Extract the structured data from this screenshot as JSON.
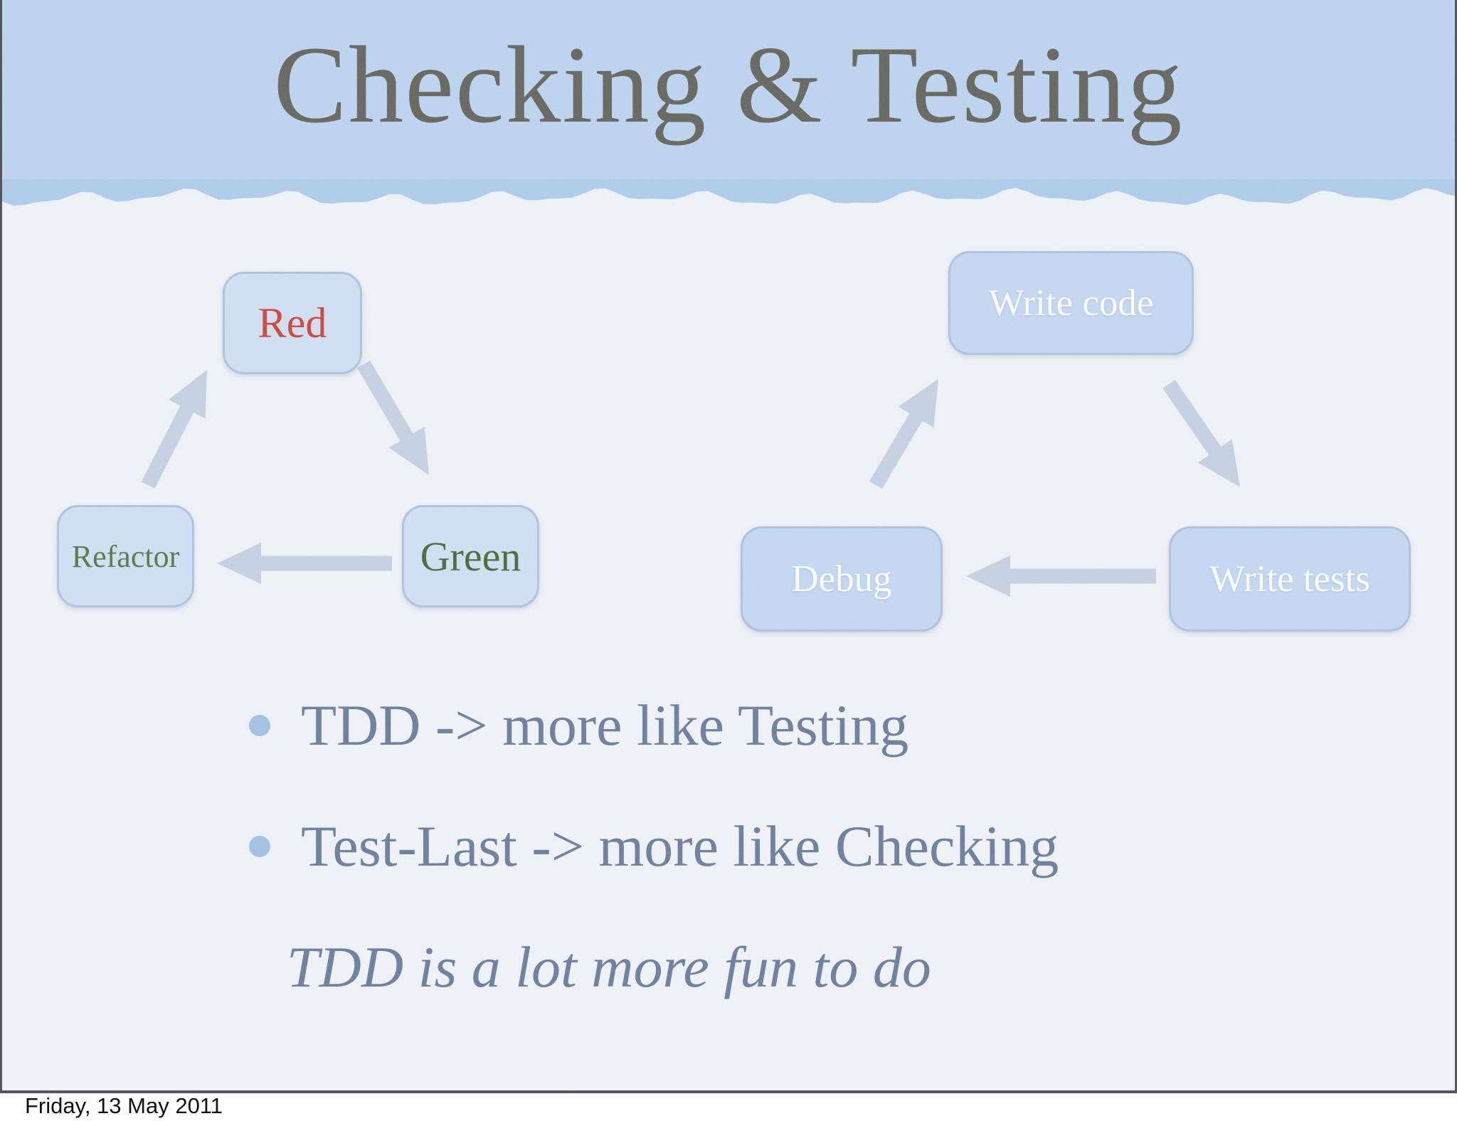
{
  "slide": {
    "title": "Checking & Testing",
    "footer_date": "Friday, 13 May 2011"
  },
  "tdd_cycle": {
    "nodes": [
      {
        "label": "Red"
      },
      {
        "label": "Green"
      },
      {
        "label": "Refactor"
      }
    ],
    "flow": [
      "Red -> Green",
      "Green -> Refactor",
      "Refactor -> Red"
    ]
  },
  "test_last_cycle": {
    "nodes": [
      {
        "label": "Write code"
      },
      {
        "label": "Write tests"
      },
      {
        "label": "Debug"
      }
    ],
    "flow": [
      "Write code -> Write tests",
      "Write tests -> Debug",
      "Debug -> Write code"
    ]
  },
  "bullets": [
    "TDD -> more like Testing",
    "Test-Last -> more like Checking"
  ],
  "footnote": "TDD is a lot more fun to do",
  "colors": {
    "header_band": "#adc9e9",
    "header_strip": "#9cc0e5",
    "slide_background": "#e9edf4",
    "node_fill_left": "#c4d7ee",
    "node_fill_right": "#b7cdec",
    "node_border": "#9db5d6",
    "arrow": "#b3c1d7",
    "red_label": "#c0200f",
    "green_label": "#27490f",
    "refactor_label": "#3a5a24",
    "right_node_label": "#f8fafd",
    "bullet_text": "#4d6388",
    "bullet_dot": "#8fb3dc",
    "title_text": "#46463f",
    "footer_text": "#111111",
    "slide_border": "#55575c"
  }
}
